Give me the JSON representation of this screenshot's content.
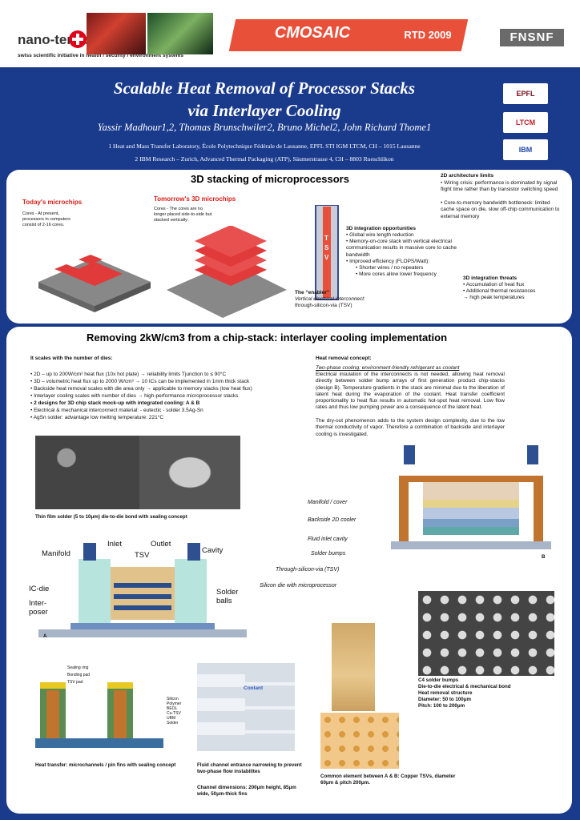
{
  "topbar": {
    "logo_word": "nano-tera.ch",
    "logo_tagline": "swiss scientific initiative in health / security / environment systems",
    "project": "CMOSAIC",
    "conference": "RTD 2009",
    "funder": "FNSNF"
  },
  "header": {
    "title_line1": "Scalable Heat Removal of Processor Stacks",
    "title_line2": "via Interlayer Cooling",
    "authors": "Yassir Madhour1,2, Thomas Brunschwiler2, Bruno Michel2, John Richard Thome1",
    "aff1": "1 Heat and Mass Transfer Laboratory, École Polytechnique Fédérale de Lausanne, EPFL STI IGM LTCM, CH – 1015 Lausanne",
    "aff2": "2 IBM Research – Zurich, Advanced Thermal Packaging (ATP), Säumerstrasse 4, CH – 8803 Rueschlikon",
    "institutions": [
      "EPFL",
      "LTCM",
      "IBM"
    ]
  },
  "panel1": {
    "heading": "3D stacking of microprocessors",
    "today_title": "Today's microchips",
    "today_text": "Cores - At present, processors in computers consist of 2-16 cores.",
    "tomorrow_title": "Tomorrow's 3D microchips",
    "tomorrow_text": "Cores - The cores are no longer placed side-to-side but stacked vertically.",
    "tsv_letters": "T S V",
    "enabler_title": "The “enabler”",
    "enabler_sub": "Vertical electrical interconnect:",
    "enabler_sub2": "through-silicon-via (TSV)",
    "limits_title": "2D architecture limits",
    "limits_1": "• Wiring crisis: performance is dominated by signal flight time rather than by transistor switching speed",
    "limits_2": "• Core-to-memory bandwidth bottleneck: limited cache space on die, slow off-chip communication to external memory",
    "opp_title": "3D integration opportunities",
    "opp_1": "• Global wire length reduction",
    "opp_2": "• Memory-on-core stack with vertical electrical communication results in massive core to cache bandwidth",
    "opp_3": "• Improved efficiency (FLOPS/Watt):",
    "opp_4": "• Shorter wires / no repeaters",
    "opp_5": "• More cores allow lower frequency",
    "threats_title": "3D integration threats",
    "threats_1": "• Accumulation of heat flux",
    "threats_2": "• Additional thermal resistances",
    "threats_3": "→ high peak temperatures"
  },
  "panel2": {
    "heading": "Removing 2kW/cm3 from a chip-stack: interlayer cooling implementation",
    "scales_title": "It scales with the number of dies:",
    "bullets": [
      "• 2D – up to 200W/cm² heat flux (10x hot plate) → reliability limits Tjunction to ≤ 90°C",
      "• 3D – volumetric heat flux up to 2000 W/cm³ → 10 ICs can be implemented in 1mm thick stack",
      "• Backside heat removal scales with die area only → applicable to memory stacks (low heat flux)",
      "• Interlayer cooling scales with number of dies → high-performance microprocessor stacks",
      "• 2 designs for 3D chip stack mock-up with integrated cooling: A & B",
      "• Electrical & mechanical interconnect material: - eutectic - solder 3.5Ag-Sn",
      "• AgSn solder: advantage low melting temperature: 221°C"
    ],
    "concept_title": "Heat removal concept:",
    "concept_sub": "Two-phase cooling: environment-friendly refrigerant as coolant",
    "concept_text": "Electrical insulation of the interconnects is not needed, allowing heat removal directly between solder bump arrays of first generation product chip-stacks (design B). Temperature gradients in the stack are minimal due to the liberation of latent heat during the evaporation of the coolant. Heat transfer coefficient proportionality to heat flux results in automatic hot-spot heat removal. Low flow rates and thus low pumping power are a consequence of the latent heat.",
    "concept_text2": "The dry-out phenomenon adds to the system design complexity, due to the low thermal conductivity of vapor. Therefore a combination of backside and interlayer cooling is investigated.",
    "sem_caption": "Thin film solder (5 to 10μm) die-to-die bond with sealing concept",
    "a_labels": {
      "inlet": "Inlet",
      "outlet": "Outlet",
      "manifold": "Manifold",
      "tsv": "TSV",
      "cavity": "Cavity",
      "icdie": "IC-die",
      "interposer": "Inter-\nposer",
      "solder": "Solder\nballs",
      "tag": "A"
    },
    "b_labels": {
      "manifold": "Manifold / cover",
      "backside": "Backside 2D cooler",
      "fluid": "Fluid inlet cavity",
      "bumps": "Solder bumps",
      "tsv": "Through-silicon-via (TSV)",
      "silicon": "Silicon die with microprocessor",
      "tag": "B"
    },
    "fin_caption": "Heat transfer: microchannels / pin fins with sealing concept",
    "fin_legend": [
      "Silicon",
      "Polymer",
      "BEOL",
      "Cu-TSV",
      "UBM",
      "Solder"
    ],
    "fin_callouts": [
      "Sealing ring",
      "Bonding pad",
      "TSV pad"
    ],
    "channel_label": "Coolant",
    "channel_caption": "Fluid channel entrance narrowing to prevent two-phase flow instabilites",
    "channel_dims": "Channel dimensions: 200μm height, 85μm wide, 50μm-thick fins",
    "common_caption": "Common element between A & B: Copper TSVs, diameter 60μm & pitch 200μm.",
    "c4_caption": [
      "C4 solder bumps",
      "Die-to-die electrical & mechanical bond",
      "Heat removal structure",
      "Diameter: 50 to 100μm",
      "Pitch: 100 to 200μm"
    ]
  }
}
